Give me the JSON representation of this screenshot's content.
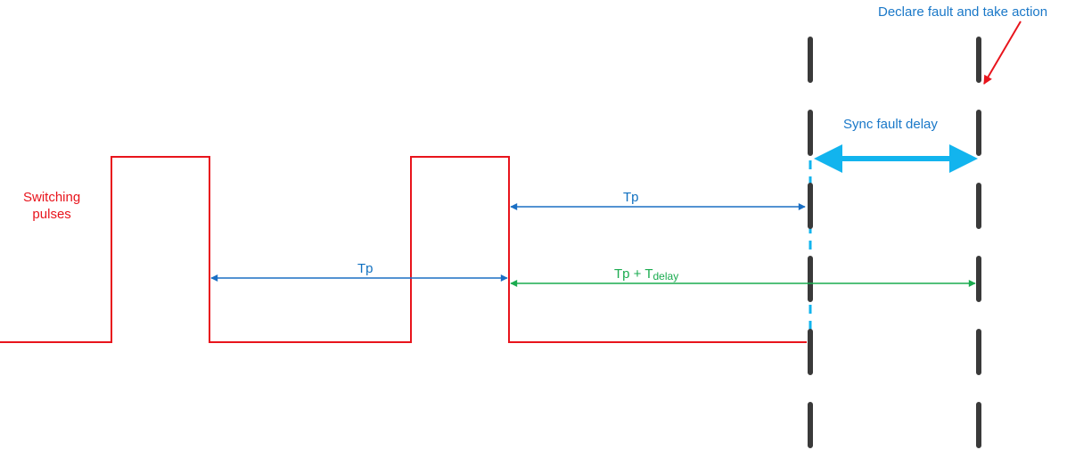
{
  "title_annotation": "Declare fault and take action",
  "signal_label": {
    "line1": "Switching",
    "line2": "pulses"
  },
  "sync_delay_label": "Sync fault delay",
  "tp_upper_label": "Tp",
  "tp_lower_label": "Tp",
  "tp_delay_label": {
    "main": "Tp + T",
    "sub": "delay"
  },
  "colors": {
    "signal": "#e8141c",
    "tp_arrow": "#1a6fc4",
    "delay_arrow": "#1aab4f",
    "sync_arrow": "#12b4ee",
    "dashed_line": "#3a3a3a",
    "annotation_arrow": "#e8141c"
  }
}
